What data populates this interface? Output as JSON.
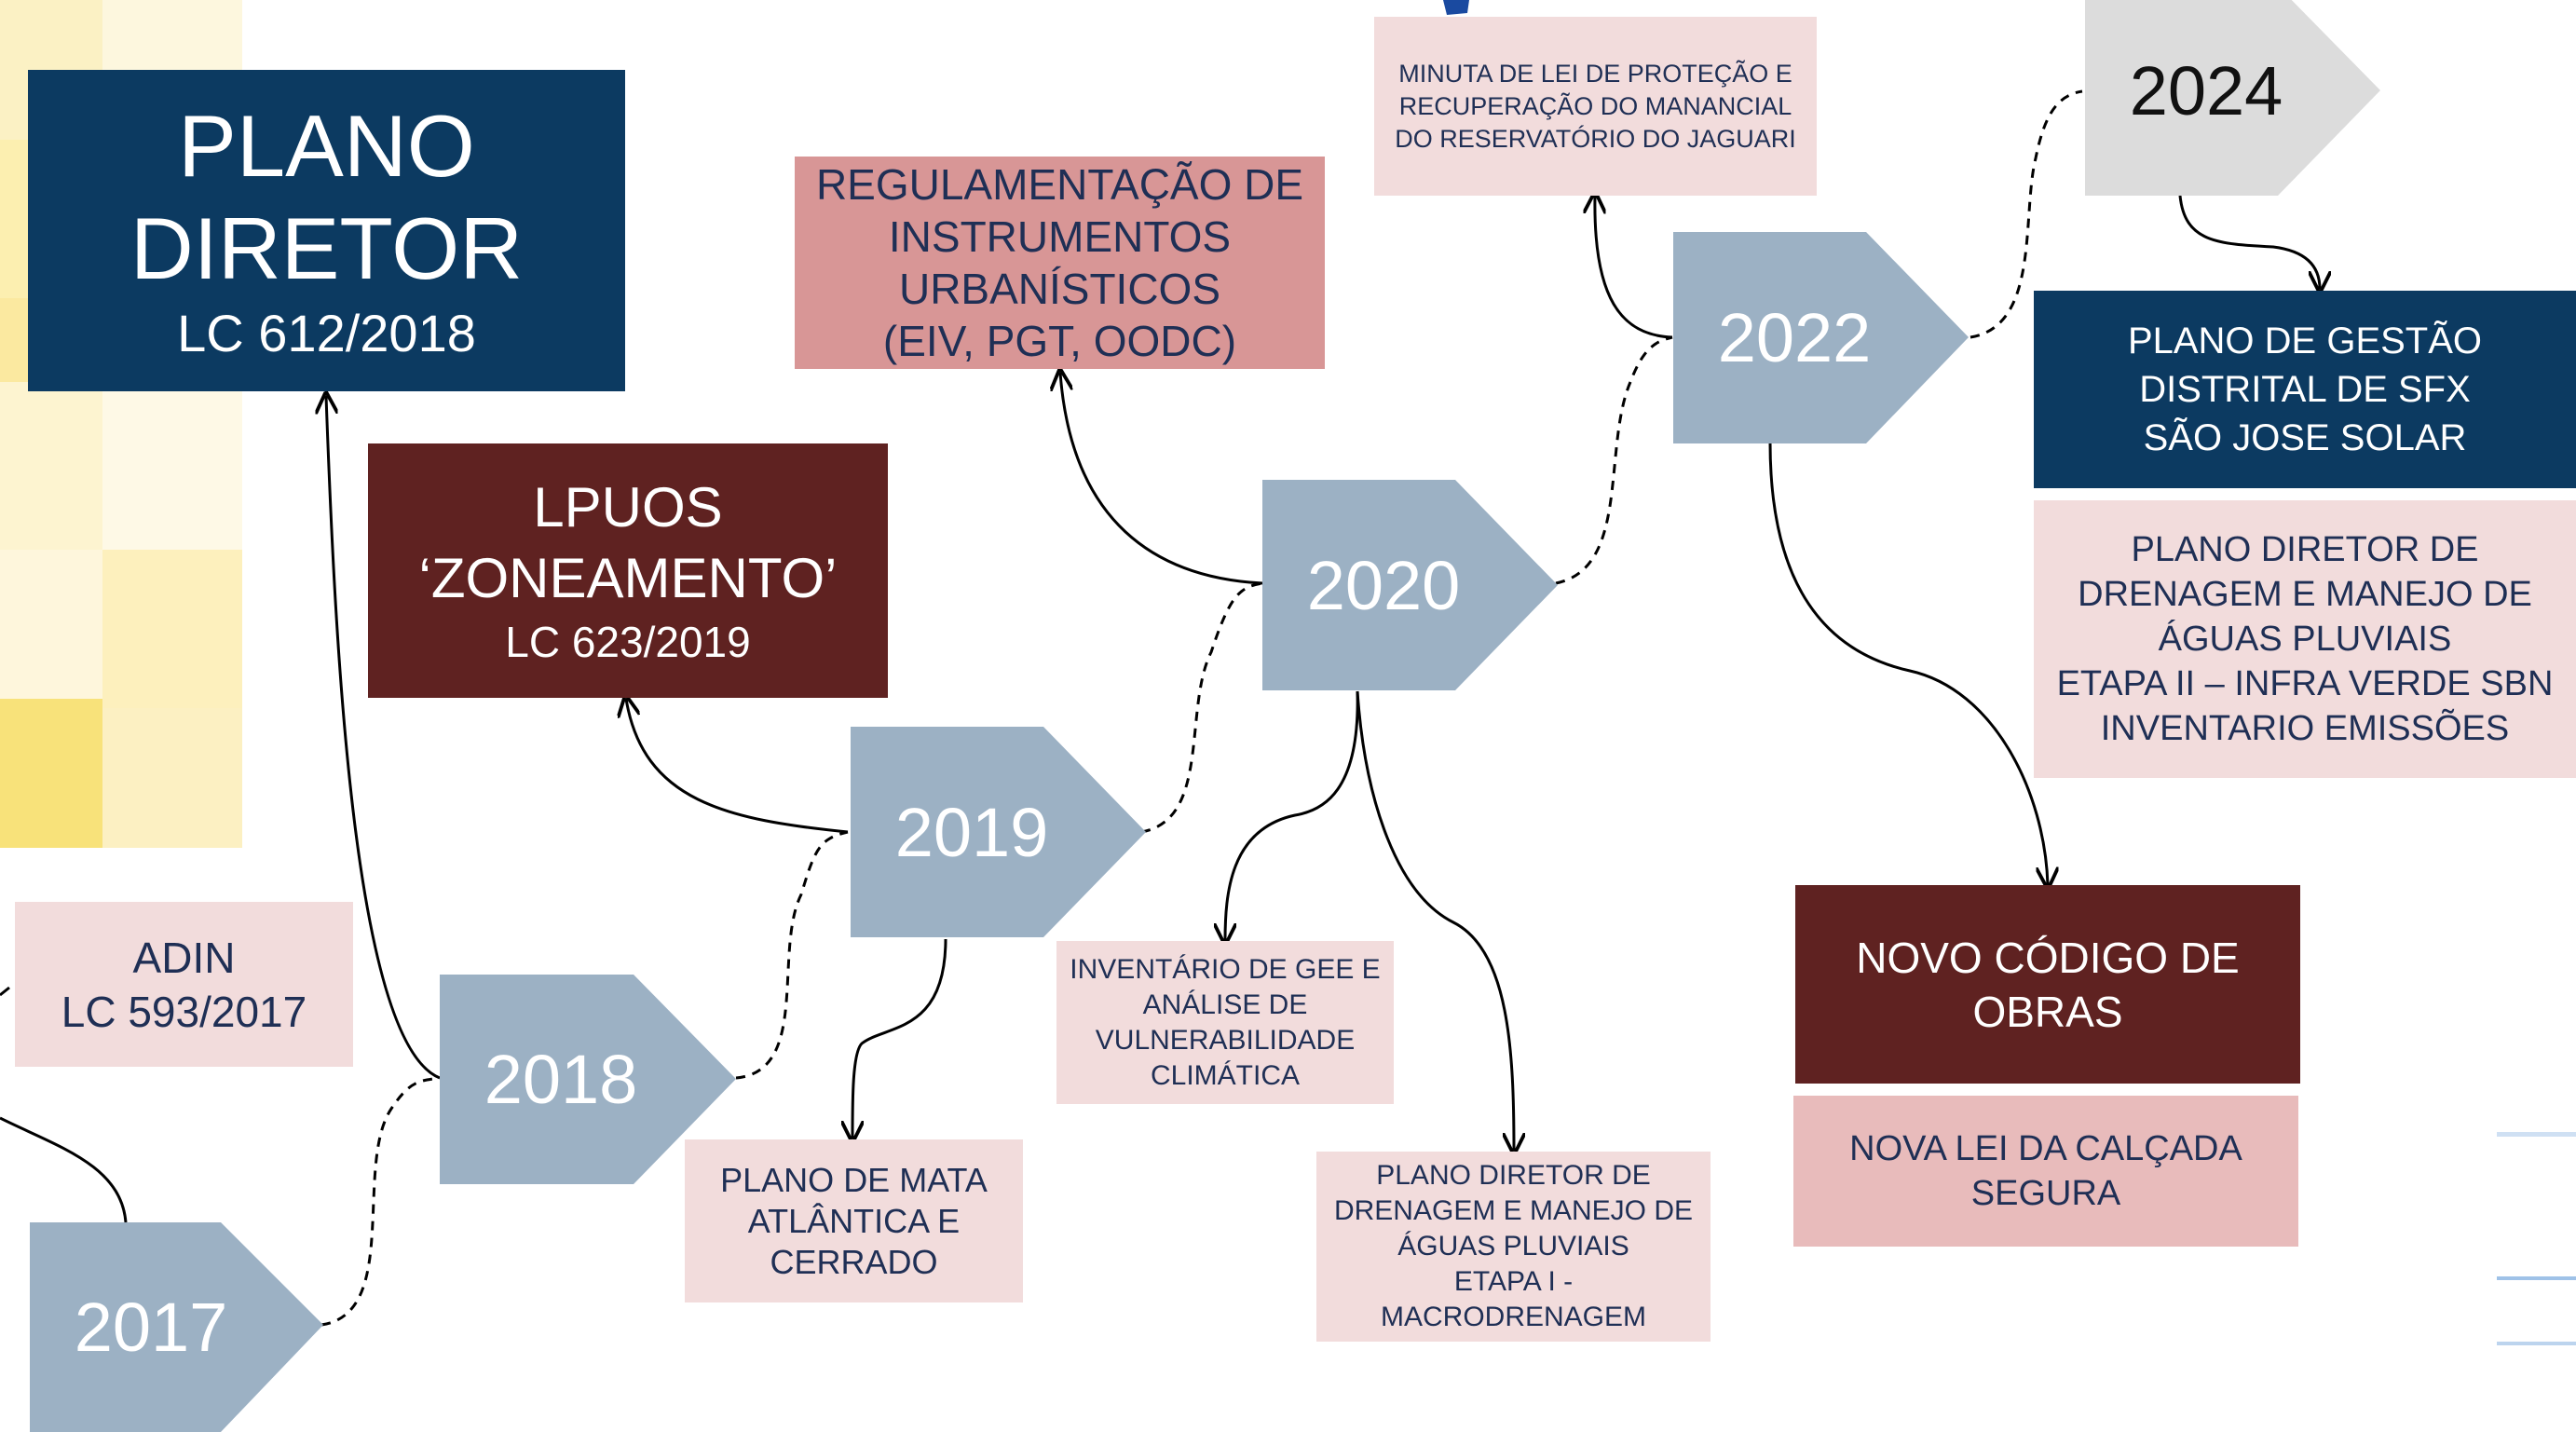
{
  "colors": {
    "navy": "#0c3a61",
    "maroon": "#5f2221",
    "rose": "#d89696",
    "light_pink": "#f2dcdc",
    "medium_pink": "#e8bbbb",
    "year_arrow": "#9cb1c4",
    "year_arrow_2024": "#dcdcdc",
    "deco_yellow": "#f8e27a",
    "deco_blue": "#9fc2e8"
  },
  "years": {
    "y2017": "2017",
    "y2018": "2018",
    "y2019": "2019",
    "y2020": "2020",
    "y2022": "2022",
    "y2024": "2024"
  },
  "boxes": {
    "plano_diretor": {
      "line1": "PLANO",
      "line2": "DIRETOR",
      "line3": "LC 612/2018"
    },
    "adin": {
      "line1": "ADIN",
      "line2": "LC 593/2017"
    },
    "lpuos": {
      "line1": "LPUOS",
      "line2": "‘ZONEAMENTO’",
      "line3": "LC 623/2019"
    },
    "regulamentacao": {
      "line1": "REGULAMENTAÇÃO DE",
      "line2": "INSTRUMENTOS",
      "line3": "URBANÍSTICOS",
      "line4": "(EIV, PGT, OODC)"
    },
    "mata_atlantica": {
      "line1": "PLANO DE MATA",
      "line2": "ATLÂNTICA E",
      "line3": "CERRADO"
    },
    "inventario_gee": {
      "line1": "INVENTÁRIO DE GEE E",
      "line2": "ANÁLISE DE",
      "line3": "VULNERABILIDADE",
      "line4": "CLIMÁTICA"
    },
    "drenagem_1": {
      "line1": "PLANO DIRETOR DE",
      "line2": "DRENAGEM E MANEJO DE",
      "line3": "ÁGUAS PLUVIAIS",
      "line4": "ETAPA I -",
      "line5": "MACRODRENAGEM"
    },
    "minuta": {
      "line1": "MINUTA DE LEI DE PROTEÇÃO E",
      "line2": "RECUPERAÇÃO DO MANANCIAL",
      "line3": "DO RESERVATÓRIO DO JAGUARI"
    },
    "codigo_obras": {
      "line1": "NOVO CÓDIGO DE",
      "line2": "OBRAS"
    },
    "calcada": {
      "line1": "NOVA LEI DA CALÇADA",
      "line2": "SEGURA"
    },
    "gestao_distrital": {
      "line1": "PLANO DE GESTÃO",
      "line2": "DISTRITAL DE SFX",
      "line3": "SÃO JOSE SOLAR"
    },
    "drenagem_2": {
      "line1": "PLANO DIRETOR DE",
      "line2": "DRENAGEM E MANEJO DE",
      "line3": "ÁGUAS PLUVIAIS",
      "line4": "ETAPA II – INFRA VERDE SBN",
      "line5": "INVENTARIO EMISSÕES"
    }
  }
}
